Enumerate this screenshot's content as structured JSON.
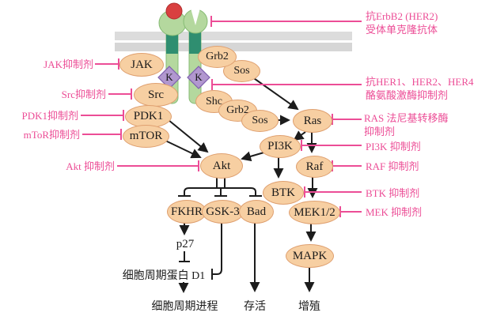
{
  "nodes": {
    "jak": "JAK",
    "src": "Src",
    "pdk1": "PDK1",
    "mtor": "mTOR",
    "grb2_top": "Grb2",
    "sos_top": "Sos",
    "shc": "Shc",
    "grb2_mid": "Grb2",
    "sos_mid": "Sos",
    "ras": "Ras",
    "pi3k": "PI3K",
    "akt": "Akt",
    "raf": "Raf",
    "btk": "BTK",
    "mek12": "MEK1/2",
    "mapk": "MAPK",
    "fkhr": "FKHR",
    "gsk3": "GSK-3",
    "bad": "Bad",
    "kinase_left": "K",
    "kinase_right": "K"
  },
  "intermediates": {
    "p27": "p27",
    "cyclin_d1": "细胞周期蛋白 D1"
  },
  "outcomes": {
    "cell_cycle": "细胞周期进程",
    "survival": "存活",
    "proliferation": "增殖"
  },
  "inhibitors": {
    "left": {
      "jak": "JAK抑制剂",
      "src": "Src抑制剂",
      "pdk1": "PDK1抑制剂",
      "mtor": "mToR抑制剂",
      "akt": "Akt 抑制剂"
    },
    "right": {
      "erbb2": {
        "line1": "抗ErbB2 (HER2)",
        "line2": "受体单克隆抗体"
      },
      "her": {
        "line1": "抗HER1、HER2、HER4",
        "line2": "酪氨酸激酶抑制剂"
      },
      "ras": {
        "line1": "RAS 法尼基转移酶",
        "line2": "抑制剂"
      },
      "pi3k": "PI3K 抑制剂",
      "raf": "RAF 抑制剂",
      "btk": "BTK 抑制剂",
      "mek": "MEK 抑制剂"
    }
  },
  "colors": {
    "inhibitor_pink": "#ec4d96",
    "node_fill": "#f7cfa2",
    "node_border": "#dfa070",
    "receptor_green": "#b4d89e",
    "receptor_dark": "#2f8e70",
    "kinase_purple": "#b197cf",
    "ligand_red": "#d94040",
    "membrane_gray": "#dcdcdc",
    "arrow_black": "#1c1c1c"
  }
}
